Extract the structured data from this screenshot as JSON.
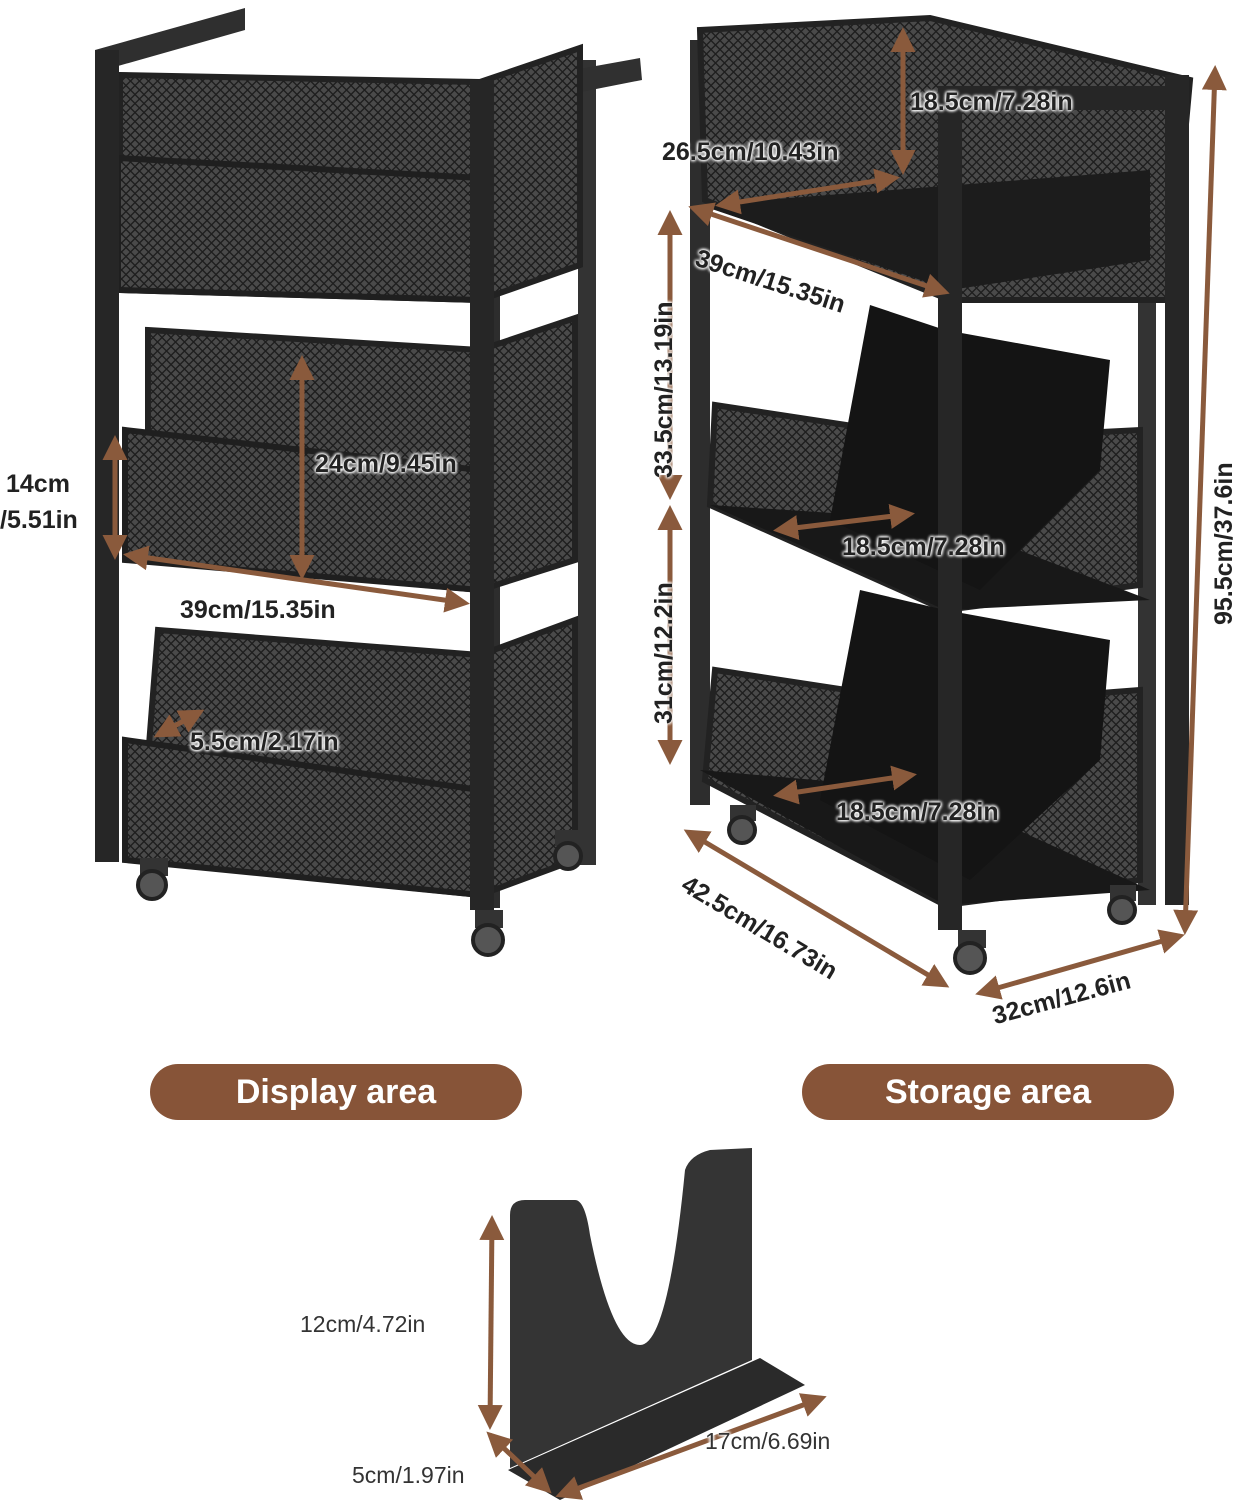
{
  "labels": {
    "display_area": "Display area",
    "storage_area": "Storage area"
  },
  "dimensions": {
    "d_14cm_a": "14cm",
    "d_14cm_b": "/5.51in",
    "d_24cm": "24cm/9.45in",
    "d_39cm_display": "39cm/15.35in",
    "d_5_5cm": "5.5cm/2.17in",
    "d_18_5cm_top": "18.5cm/7.28in",
    "d_26_5cm": "26.5cm/10.43in",
    "d_39cm_storage": "39cm/15.35in",
    "d_33_5cm": "33.5cm/13.19in",
    "d_31cm": "31cm/12.2in",
    "d_18_5cm_mid": "18.5cm/7.28in",
    "d_18_5cm_bottom": "18.5cm/7.28in",
    "d_95_5cm": "95.5cm/37.6in",
    "d_42_5cm": "42.5cm/16.73in",
    "d_32cm": "32cm/12.6in",
    "d_12cm": "12cm/4.72in",
    "d_5cm": "5cm/1.97in",
    "d_17cm": "17cm/6.69in"
  },
  "colors": {
    "accent": "#875438",
    "arrow": "#8a5a3c",
    "frame": "#2b2b2b",
    "mesh": "#3a3a3a",
    "background": "#ffffff"
  }
}
